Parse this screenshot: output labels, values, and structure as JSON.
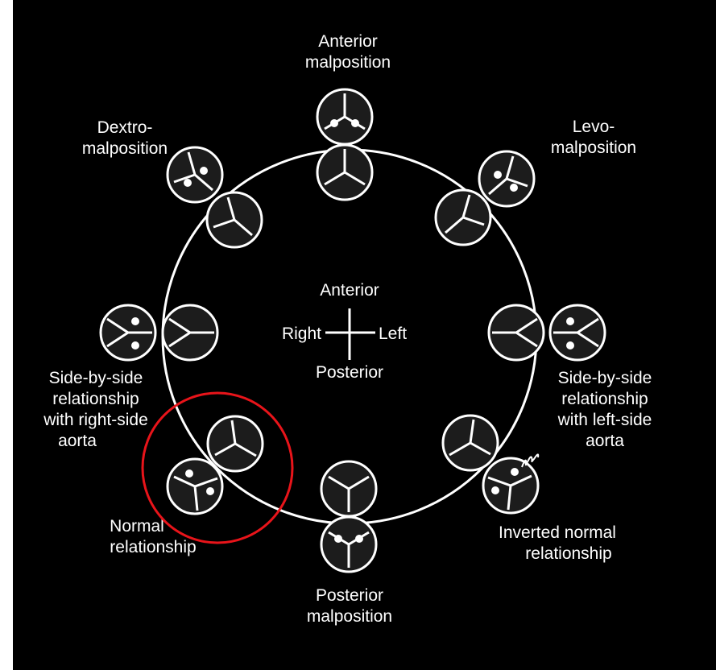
{
  "labels": {
    "anterior_malposition": [
      "Anterior",
      "malposition"
    ],
    "dextro_malposition": [
      "Dextro-",
      "malposition"
    ],
    "levo_malposition": [
      "Levo-",
      "malposition"
    ],
    "side_right": [
      "Side-by-side",
      "relationship",
      "with right-side",
      "aorta"
    ],
    "side_left": [
      "Side-by-side",
      "relationship",
      "with left-side",
      "aorta"
    ],
    "normal": [
      "Normal",
      "relationship"
    ],
    "inverted_normal": [
      "Inverted normal",
      "relationship"
    ],
    "posterior_malposition": [
      "Posterior",
      "malposition"
    ]
  },
  "compass": {
    "anterior": "Anterior",
    "posterior": "Posterior",
    "right": "Right",
    "left": "Left"
  },
  "colors": {
    "background": "#000000",
    "foreground": "#ffffff",
    "valve_fill": "#1c1c1c",
    "highlight": "#e8141a"
  }
}
